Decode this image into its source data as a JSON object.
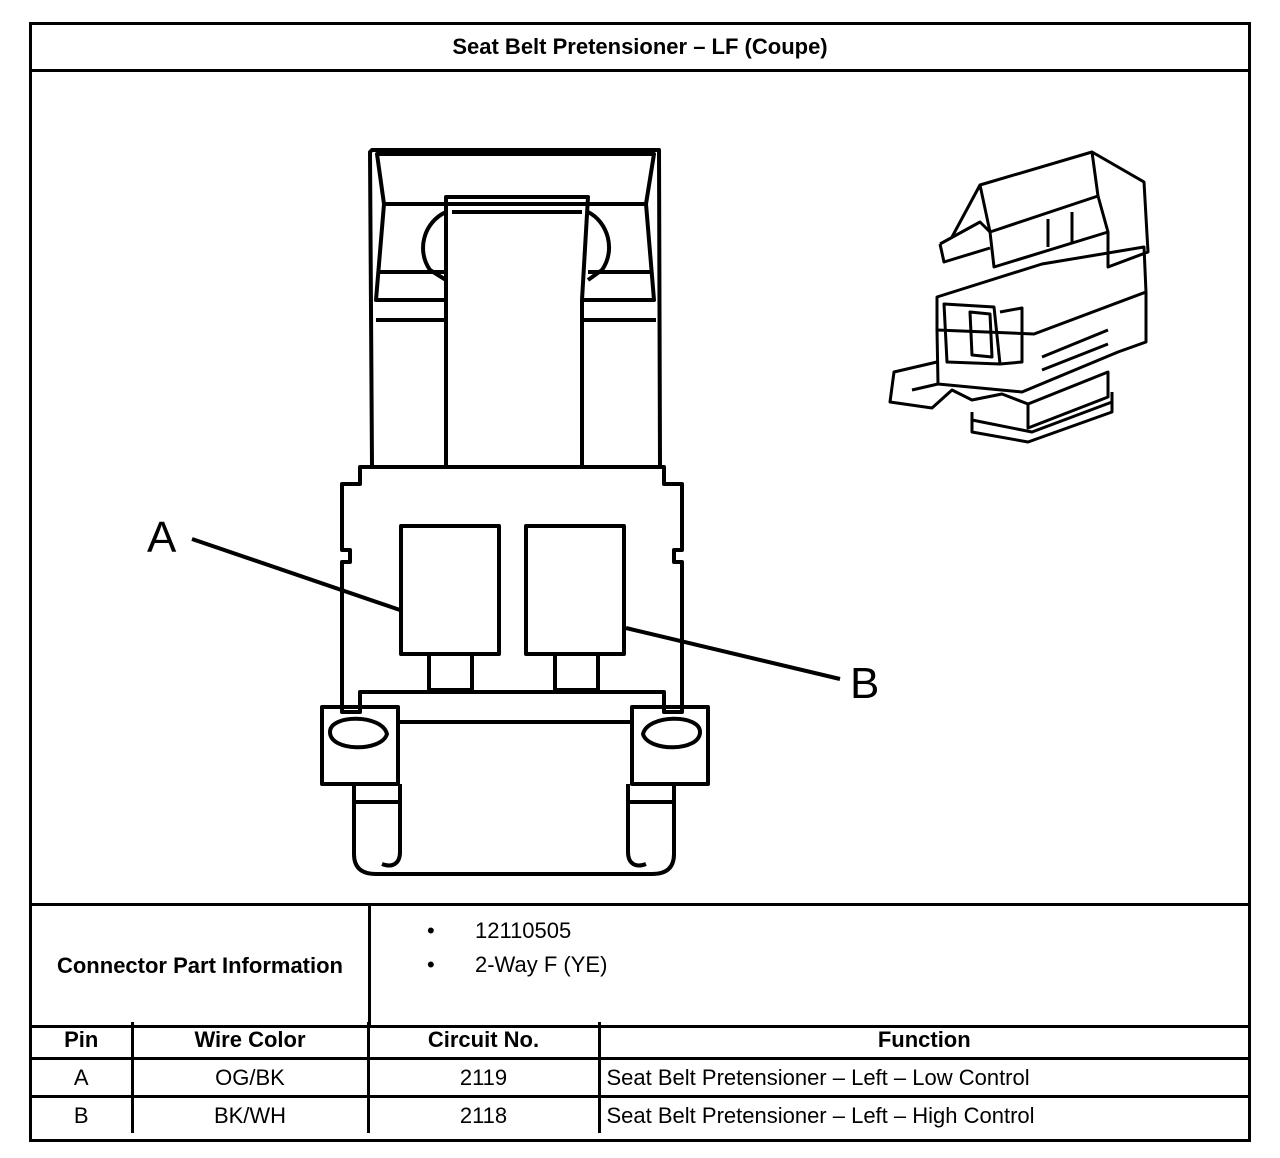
{
  "title": "Seat Belt Pretensioner – LF (Coupe)",
  "diagram": {
    "callouts": {
      "a": "A",
      "b": "B"
    }
  },
  "connector_info": {
    "label": "Connector Part Information",
    "items": [
      "12110505",
      "2-Way F (YE)"
    ]
  },
  "pin_table": {
    "headers": {
      "pin": "Pin",
      "wire_color": "Wire Color",
      "circuit": "Circuit No.",
      "function": "Function"
    },
    "rows": [
      {
        "pin": "A",
        "wire_color": "OG/BK",
        "circuit": "2119",
        "function": "Seat Belt Pretensioner – Left – Low Control"
      },
      {
        "pin": "B",
        "wire_color": "BK/WH",
        "circuit": "2118",
        "function": "Seat Belt Pretensioner – Left – High Control"
      }
    ]
  }
}
